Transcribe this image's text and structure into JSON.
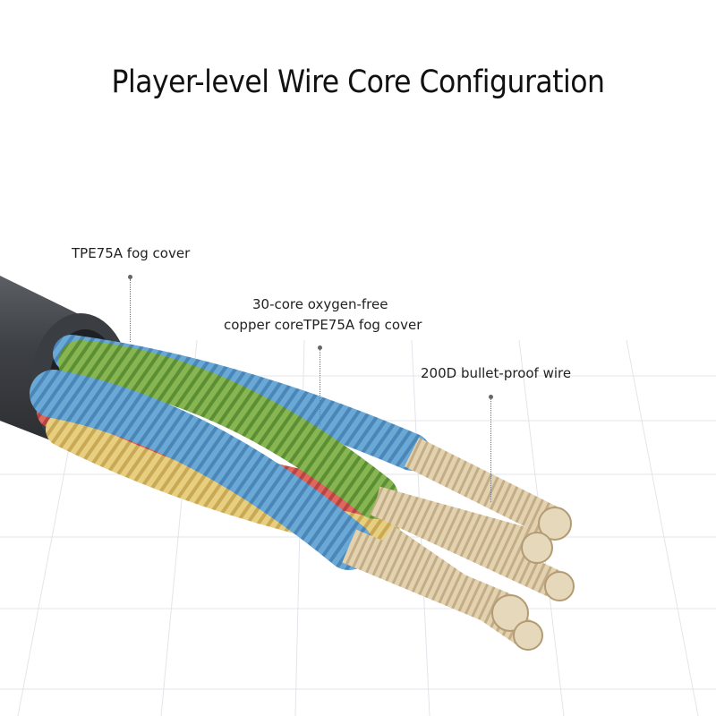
{
  "title": "Player-level Wire Core Configuration",
  "labels": {
    "sheath": "TPE75A fog cover",
    "core_line1": "30-core oxygen-free",
    "core_line2": "copper coreTPE75A fog cover",
    "shield": "200D bullet-proof wire"
  },
  "colors": {
    "sheath": "#4a4d52",
    "copper": "#d8c7a3",
    "strand_blue": "#6aa9d6",
    "strand_green": "#7bb04a",
    "strand_red": "#d9534f",
    "strand_yellow": "#e3c15a",
    "grid": "#dfe3e8"
  }
}
